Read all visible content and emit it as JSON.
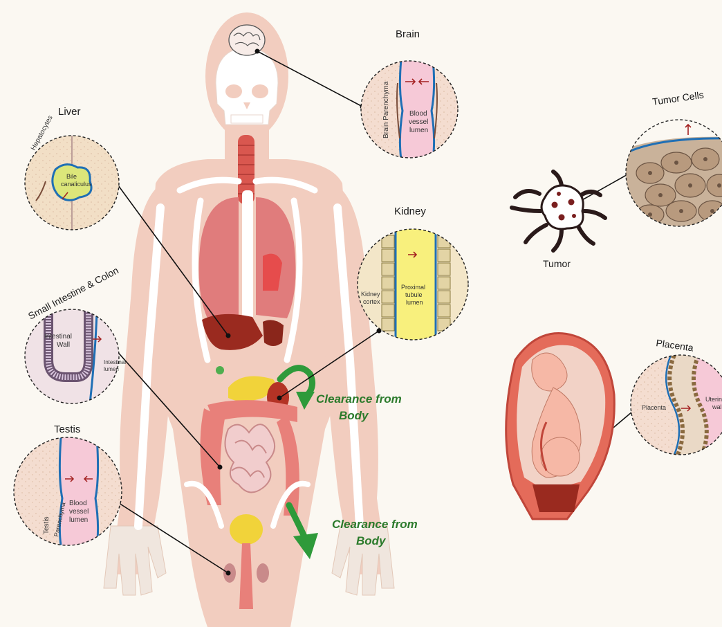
{
  "organs": {
    "brain": {
      "title": "Brain",
      "left_label": "Brain Parenchyma",
      "right_label_1": "Blood",
      "right_label_2": "vessel",
      "right_label_3": "lumen"
    },
    "liver": {
      "title": "Liver",
      "top_label": "Hepatocytes",
      "center_label_1": "Bile",
      "center_label_2": "canaliculus"
    },
    "kidney": {
      "title": "Kidney",
      "left_label_1": "Kidney",
      "left_label_2": "cortex",
      "right_label_1": "Proximal",
      "right_label_2": "tubule",
      "right_label_3": "lumen"
    },
    "intestine": {
      "title": "Small Intestine & Colon",
      "wall_label_1": "Intestinal",
      "wall_label_2": "Wall",
      "lumen_label_1": "Intestinal",
      "lumen_label_2": "lumen"
    },
    "testis": {
      "title": "Testis",
      "left_label_1": "Testis",
      "left_label_2": "Parenchyma",
      "right_label_1": "Blood",
      "right_label_2": "vessel",
      "right_label_3": "lumen"
    },
    "tumor_cells": {
      "title": "Tumor Cells"
    },
    "tumor": {
      "title": "Tumor"
    },
    "placenta": {
      "title": "Placenta",
      "left_label": "Placenta",
      "right_label_1": "Uterine",
      "right_label_2": "wall"
    }
  },
  "clearance": {
    "upper_1": "Clearance from",
    "upper_2": "Body",
    "lower_1": "Clearance from",
    "lower_2": "Body"
  },
  "colors": {
    "skin": "#f2cdbf",
    "bone": "#ffffff",
    "lung": "#e07c7c",
    "liver": "#9a2a1f",
    "intestine": "#e8807a",
    "arrow": "#2e9a3a",
    "barrier": "#1f6fb5"
  }
}
